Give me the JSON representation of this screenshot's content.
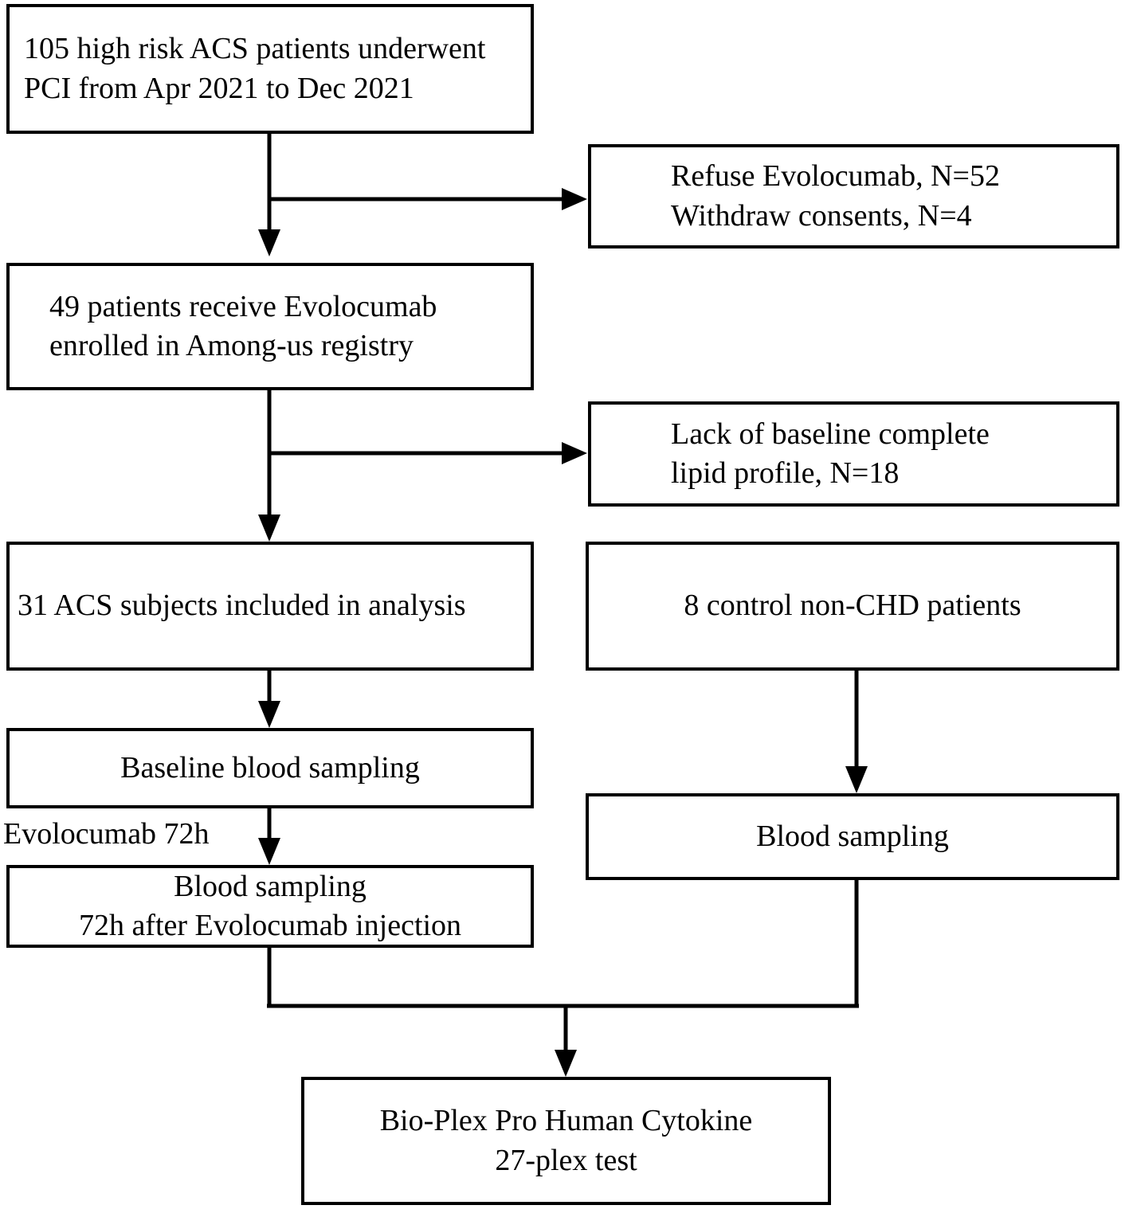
{
  "diagram": {
    "title": "Study enrollment and sampling flowchart",
    "line_color": "#000000",
    "box_border_color": "#000000",
    "background_color": "#ffffff",
    "nodes": {
      "screened": "105 high risk ACS patients underwent\nPCI from Apr 2021 to Dec 2021",
      "excluded_refuse": "Refuse Evolocumab, N=52\nWithdraw consents, N=4",
      "enrolled": "49 patients receive Evolocumab\nenrolled in Among-us registry",
      "excluded_lipid": "Lack of baseline complete\nlipid profile, N=18",
      "analysis": "31 ACS subjects included in analysis",
      "controls": "8 control non-CHD patients",
      "baseline_sampling": "Baseline blood sampling",
      "followup_sampling": "Blood sampling\n72h after Evolocumab injection",
      "control_sampling": "Blood sampling",
      "assay": "Bio-Plex Pro Human Cytokine\n27-plex test"
    },
    "edge_labels": {
      "evolocumab_interval": "Evolocumab 72h"
    }
  },
  "chart_data": {
    "type": "flowchart",
    "title": "Study enrollment and sampling flowchart",
    "nodes": [
      {
        "id": "screened",
        "label": "105 high risk ACS patients underwent PCI from Apr 2021 to Dec 2021",
        "count": 105
      },
      {
        "id": "excluded_refuse",
        "label": "Refuse Evolocumab, N=52; Withdraw consents, N=4",
        "counts": [
          52,
          4
        ]
      },
      {
        "id": "enrolled",
        "label": "49 patients receive Evolocumab enrolled in Among-us registry",
        "count": 49
      },
      {
        "id": "excluded_lipid",
        "label": "Lack of baseline complete lipid profile, N=18",
        "count": 18
      },
      {
        "id": "analysis",
        "label": "31 ACS subjects included in analysis",
        "count": 31
      },
      {
        "id": "controls",
        "label": "8 control non-CHD patients",
        "count": 8
      },
      {
        "id": "baseline_sampling",
        "label": "Baseline blood sampling"
      },
      {
        "id": "followup_sampling",
        "label": "Blood sampling 72h after Evolocumab injection"
      },
      {
        "id": "control_sampling",
        "label": "Blood sampling"
      },
      {
        "id": "assay",
        "label": "Bio-Plex Pro Human Cytokine 27-plex test"
      }
    ],
    "edges": [
      {
        "from": "screened",
        "to": "excluded_refuse",
        "label": ""
      },
      {
        "from": "screened",
        "to": "enrolled",
        "label": ""
      },
      {
        "from": "enrolled",
        "to": "excluded_lipid",
        "label": ""
      },
      {
        "from": "enrolled",
        "to": "analysis",
        "label": ""
      },
      {
        "from": "analysis",
        "to": "baseline_sampling",
        "label": ""
      },
      {
        "from": "baseline_sampling",
        "to": "followup_sampling",
        "label": "Evolocumab 72h"
      },
      {
        "from": "controls",
        "to": "control_sampling",
        "label": ""
      },
      {
        "from": "followup_sampling",
        "to": "assay",
        "label": ""
      },
      {
        "from": "control_sampling",
        "to": "assay",
        "label": ""
      }
    ]
  }
}
